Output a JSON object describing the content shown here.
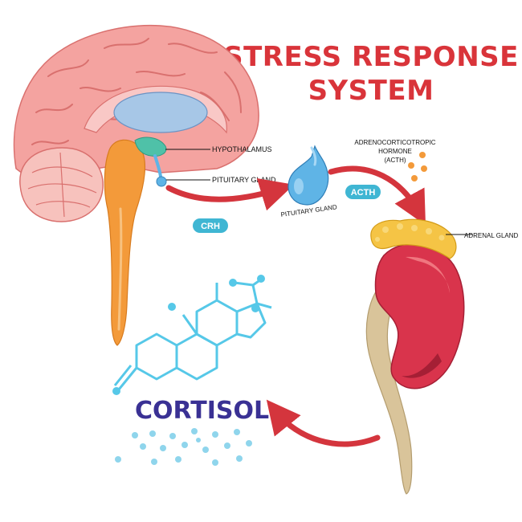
{
  "title": {
    "line1": "STRESS RESPONSE",
    "line2": "SYSTEM"
  },
  "labels": {
    "hypothalamus": "HYPOTHALAMUS",
    "pituitary_gland_brain": "PITUITARY GLAND",
    "pituitary_gland_detail": "PITUITARY GLAND",
    "acth_line1": "ADRENOCORTICOTROPIC",
    "acth_line2": "HORMONE",
    "acth_line3": "(ACTH)",
    "adrenal_gland": "ADRENAL GLAND",
    "cortisol": "CORTISOL"
  },
  "badges": {
    "crh": "CRH",
    "acth": "ACTH"
  },
  "colors": {
    "title_red": "#d9343a",
    "arrow_red": "#d4353d",
    "badge_teal": "#3fb6d3",
    "brain_pink": "#f4a3a0",
    "cerebellum": "#f7c2bd",
    "brainstem_orange": "#f39a3a",
    "hypothalamus_teal": "#4fc1a8",
    "pituitary_blue": "#5fb4e6",
    "kidney_red": "#d9344c",
    "adrenal_yellow": "#f5c445",
    "ureter_tan": "#d9c49a",
    "molecule_cyan": "#56c8e8",
    "cortisol_purple": "#3a3194",
    "acth_dot_orange": "#f39a3a"
  }
}
